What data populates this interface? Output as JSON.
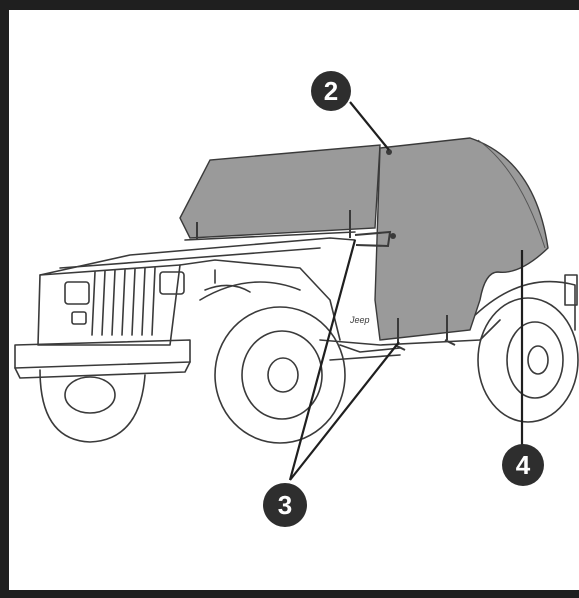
{
  "figure": {
    "badge_color": "#2e2e2e",
    "frame_color": "#1f1f1f",
    "cover_color": "#9a9a9a",
    "line_color": "#3a3a3a"
  },
  "callouts": [
    {
      "number": "2"
    },
    {
      "number": "3"
    },
    {
      "number": "4"
    }
  ],
  "vehicle": {
    "fender_text": "Jeep"
  }
}
